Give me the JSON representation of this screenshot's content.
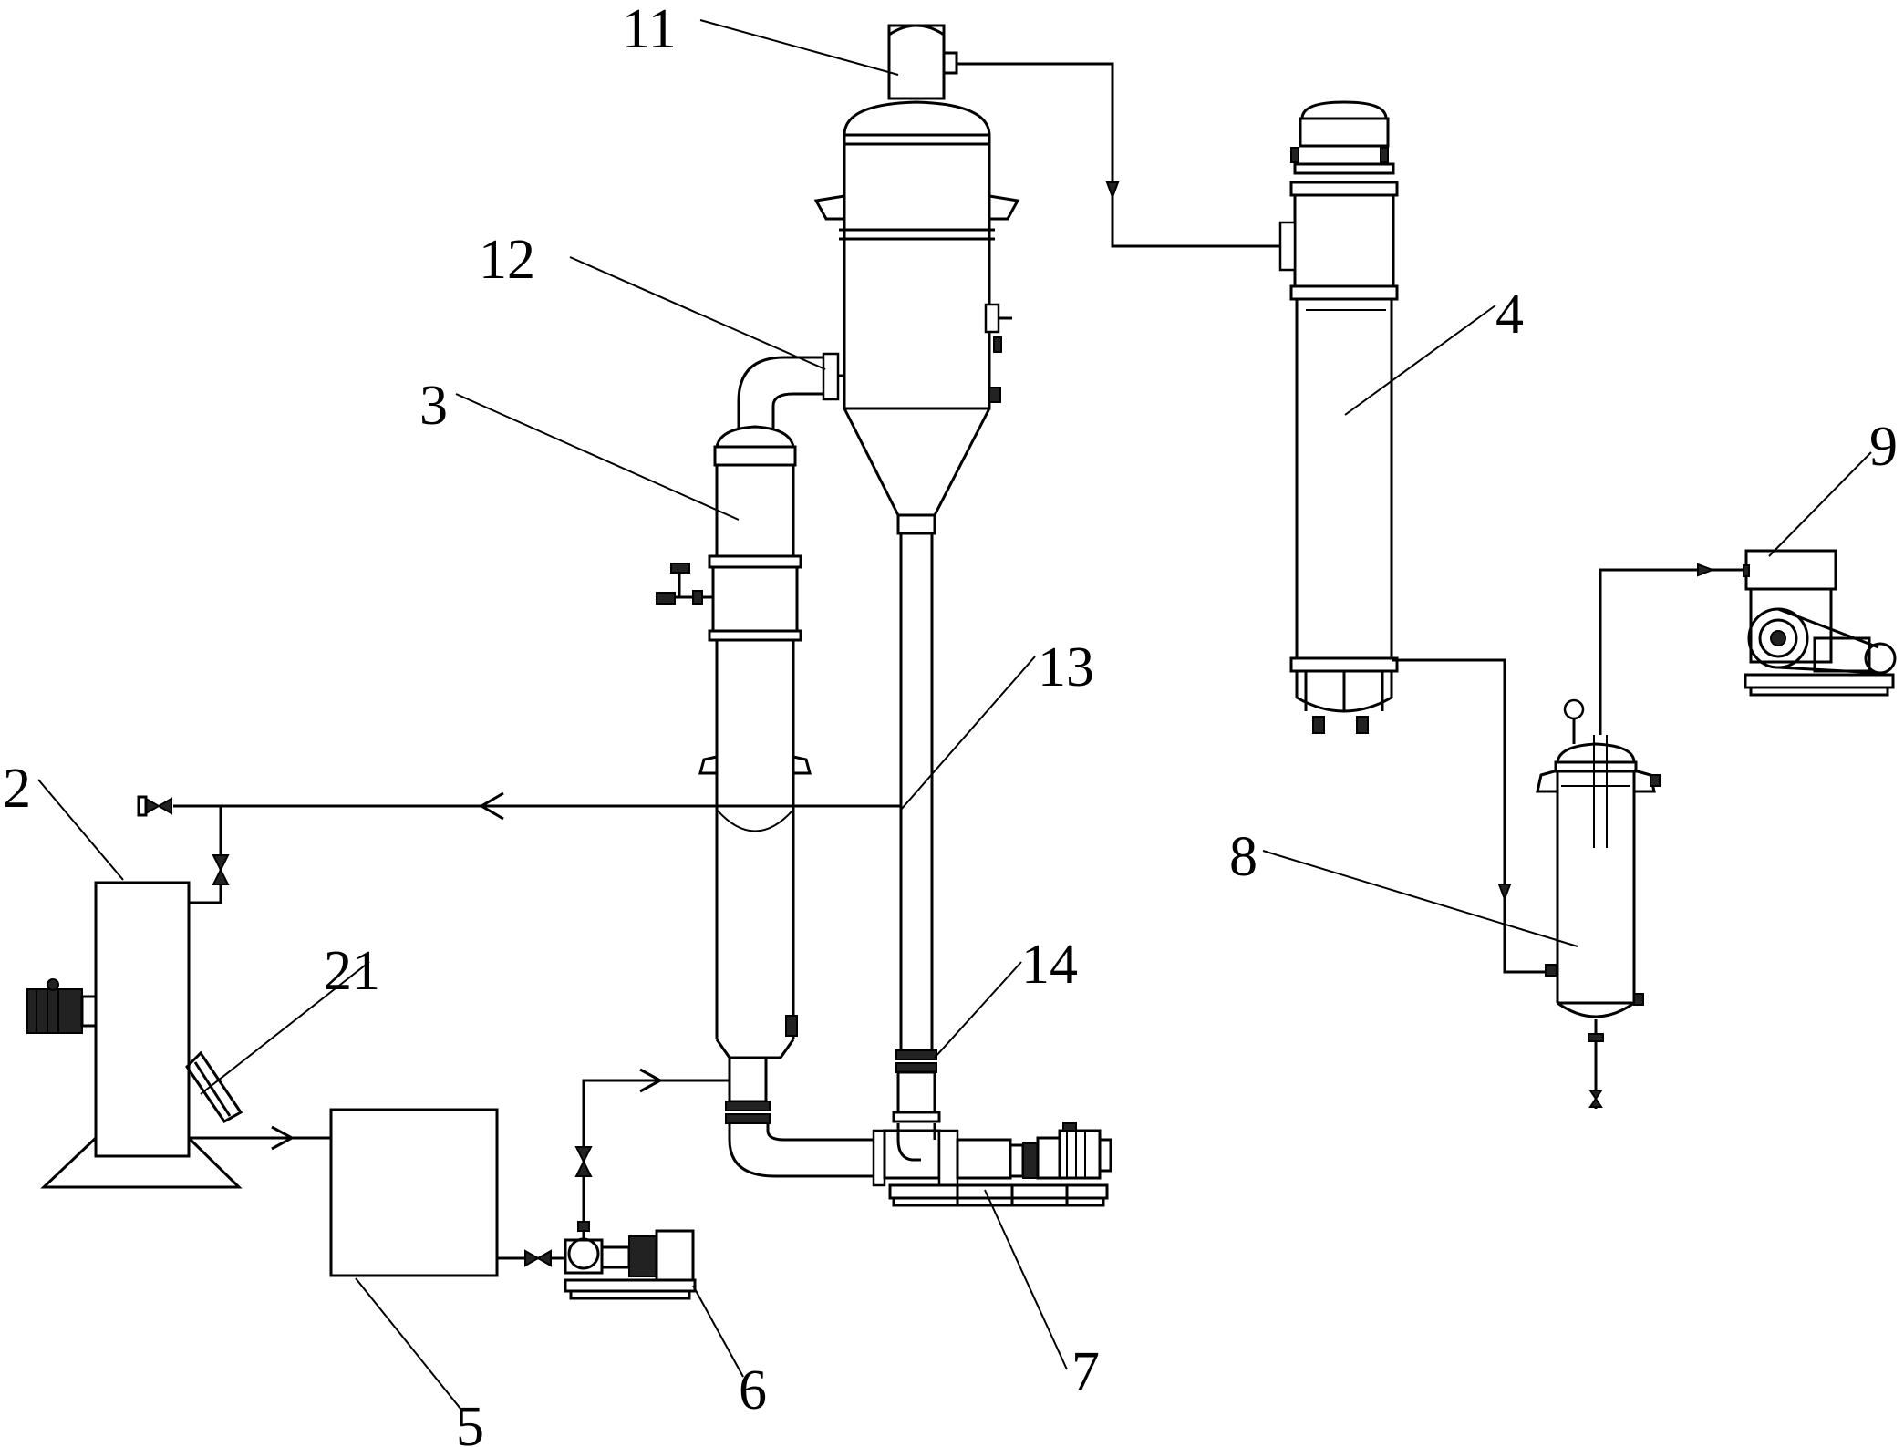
{
  "labels": {
    "evaporator_top": "11",
    "outlet_pipe": "12",
    "heater": "3",
    "condenser": "4",
    "vacuum_pump": "9",
    "return_line": "13",
    "crusher": "2",
    "chute": "21",
    "gas_liquid_separator": "8",
    "expansion_joint": "14",
    "tank": "5",
    "feed_pump": "6",
    "circulation_pump": "7"
  }
}
